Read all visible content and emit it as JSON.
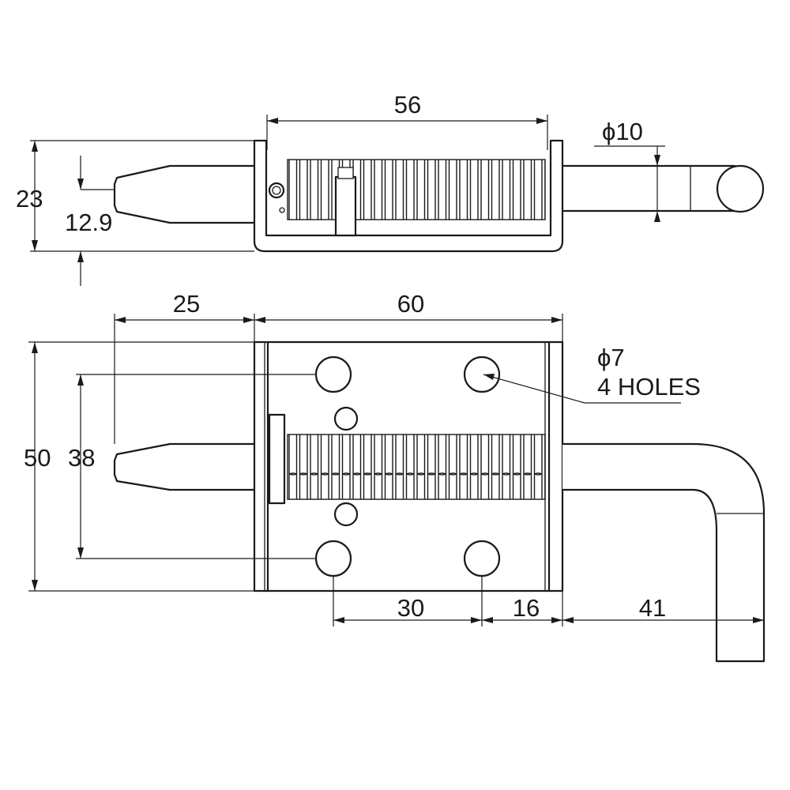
{
  "dimensions": {
    "top_length": "56",
    "pin_diameter": "ϕ10",
    "top_height": "23",
    "tip_diameter": "12.9",
    "left_offset": "25",
    "plate_width": "60",
    "hole_spec_diameter": "ϕ7",
    "hole_spec_count": "4 HOLES",
    "plate_height": "50",
    "hole_spacing_vertical": "38",
    "hole_spacing_horizontal": "30",
    "right_margin": "16",
    "handle_length": "41"
  }
}
